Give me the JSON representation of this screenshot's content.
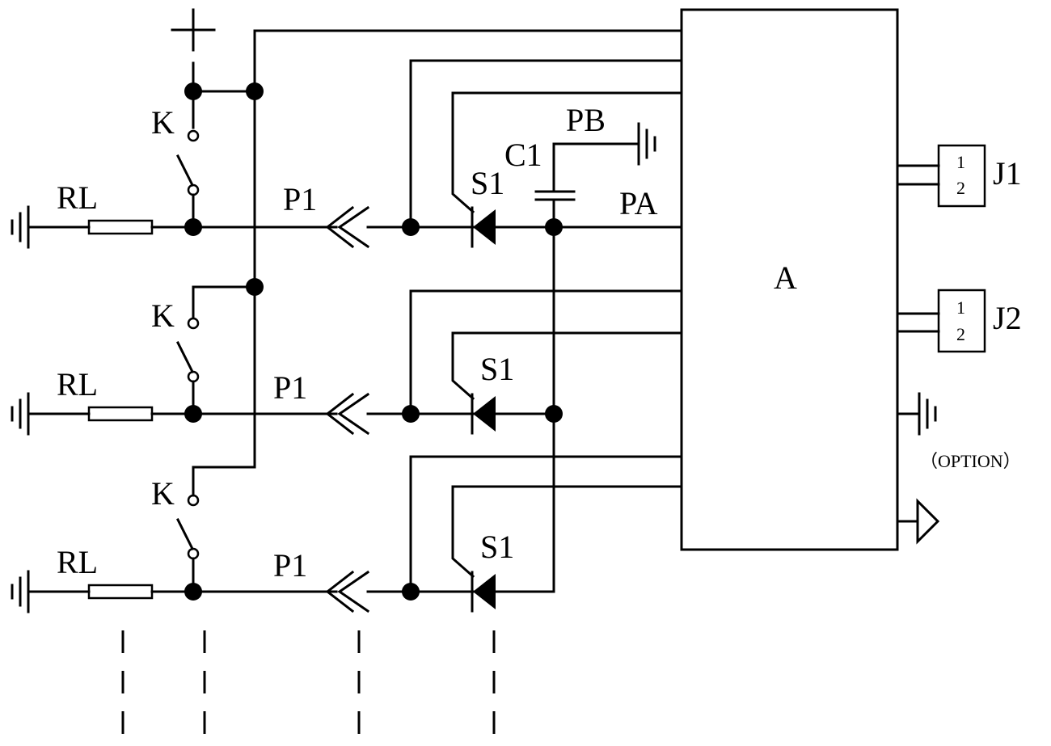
{
  "labels": {
    "plus": "+",
    "switch": "K",
    "load": "RL",
    "connector": "P1",
    "scr": "S1",
    "capacitor": "C1",
    "pb": "PB",
    "pa": "PA",
    "module": "A",
    "j1": "J1",
    "j2": "J2",
    "pin1": "1",
    "pin2": "2",
    "option": "（OPTION）"
  }
}
